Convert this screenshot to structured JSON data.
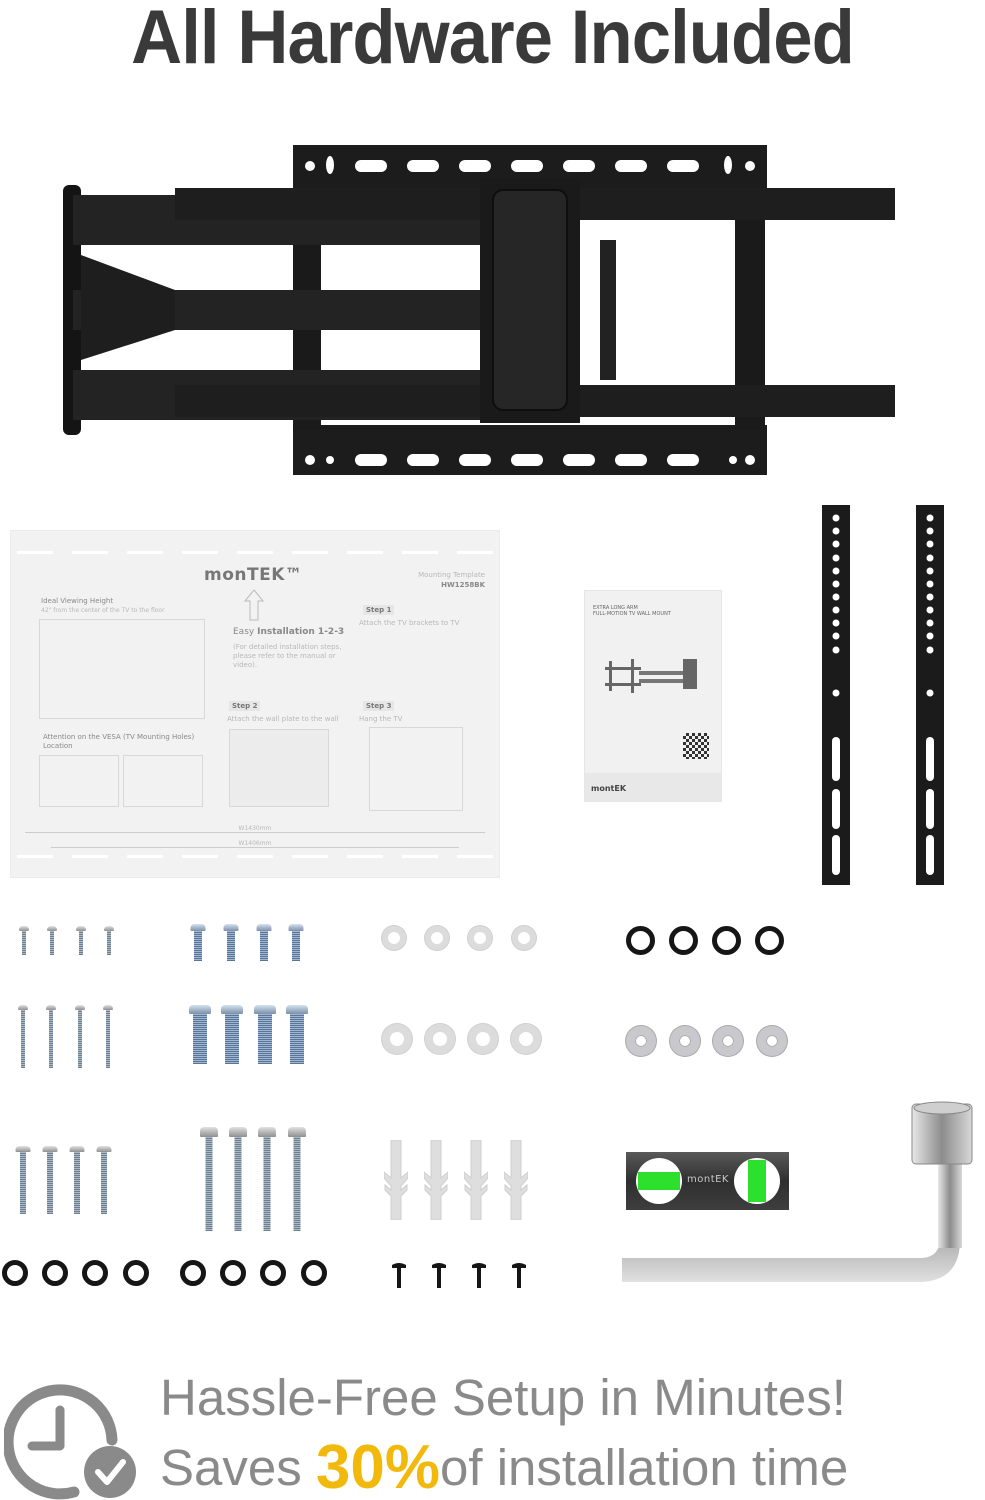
{
  "title": "All Hardware Included",
  "template_sheet": {
    "brand": "monTEK™",
    "doc_type": "Mounting Template",
    "model": "HW1258BK",
    "viewing_height_title": "Ideal Viewing Height",
    "viewing_height_sub": "42\" from the center of the TV to the floor",
    "easy_install_prefix": "Easy",
    "easy_install_title": "Installation 1-2-3",
    "easy_install_note": "(For detailed installation steps, please refer to the manual or video).",
    "steps": [
      {
        "label": "Step 1",
        "text": "Attach the TV brackets to TV"
      },
      {
        "label": "Step 2",
        "text": "Attach the wall plate to the wall"
      },
      {
        "label": "Step 3",
        "text": "Hang the TV"
      }
    ],
    "vesa_note": "Attention on the VESA (TV Mounting Holes) Location",
    "dim_top": "W1430mm",
    "dim_bottom": "W1406mm"
  },
  "manual": {
    "title_line1": "EXTRA LONG ARM",
    "title_line2": "FULL-MOTION TV WALL MOUNT",
    "brand": "montEK"
  },
  "level": {
    "brand": "montEK",
    "bubble_color": "#2de02d"
  },
  "hardware": {
    "rows_count": 4,
    "items_per_group": 4
  },
  "tagline": {
    "line1": "Hassle-Free Setup in Minutes!",
    "line2_prefix": "Saves",
    "line2_highlight": "30%",
    "line2_suffix": "of installation time",
    "highlight_color": "#f2b90d"
  }
}
